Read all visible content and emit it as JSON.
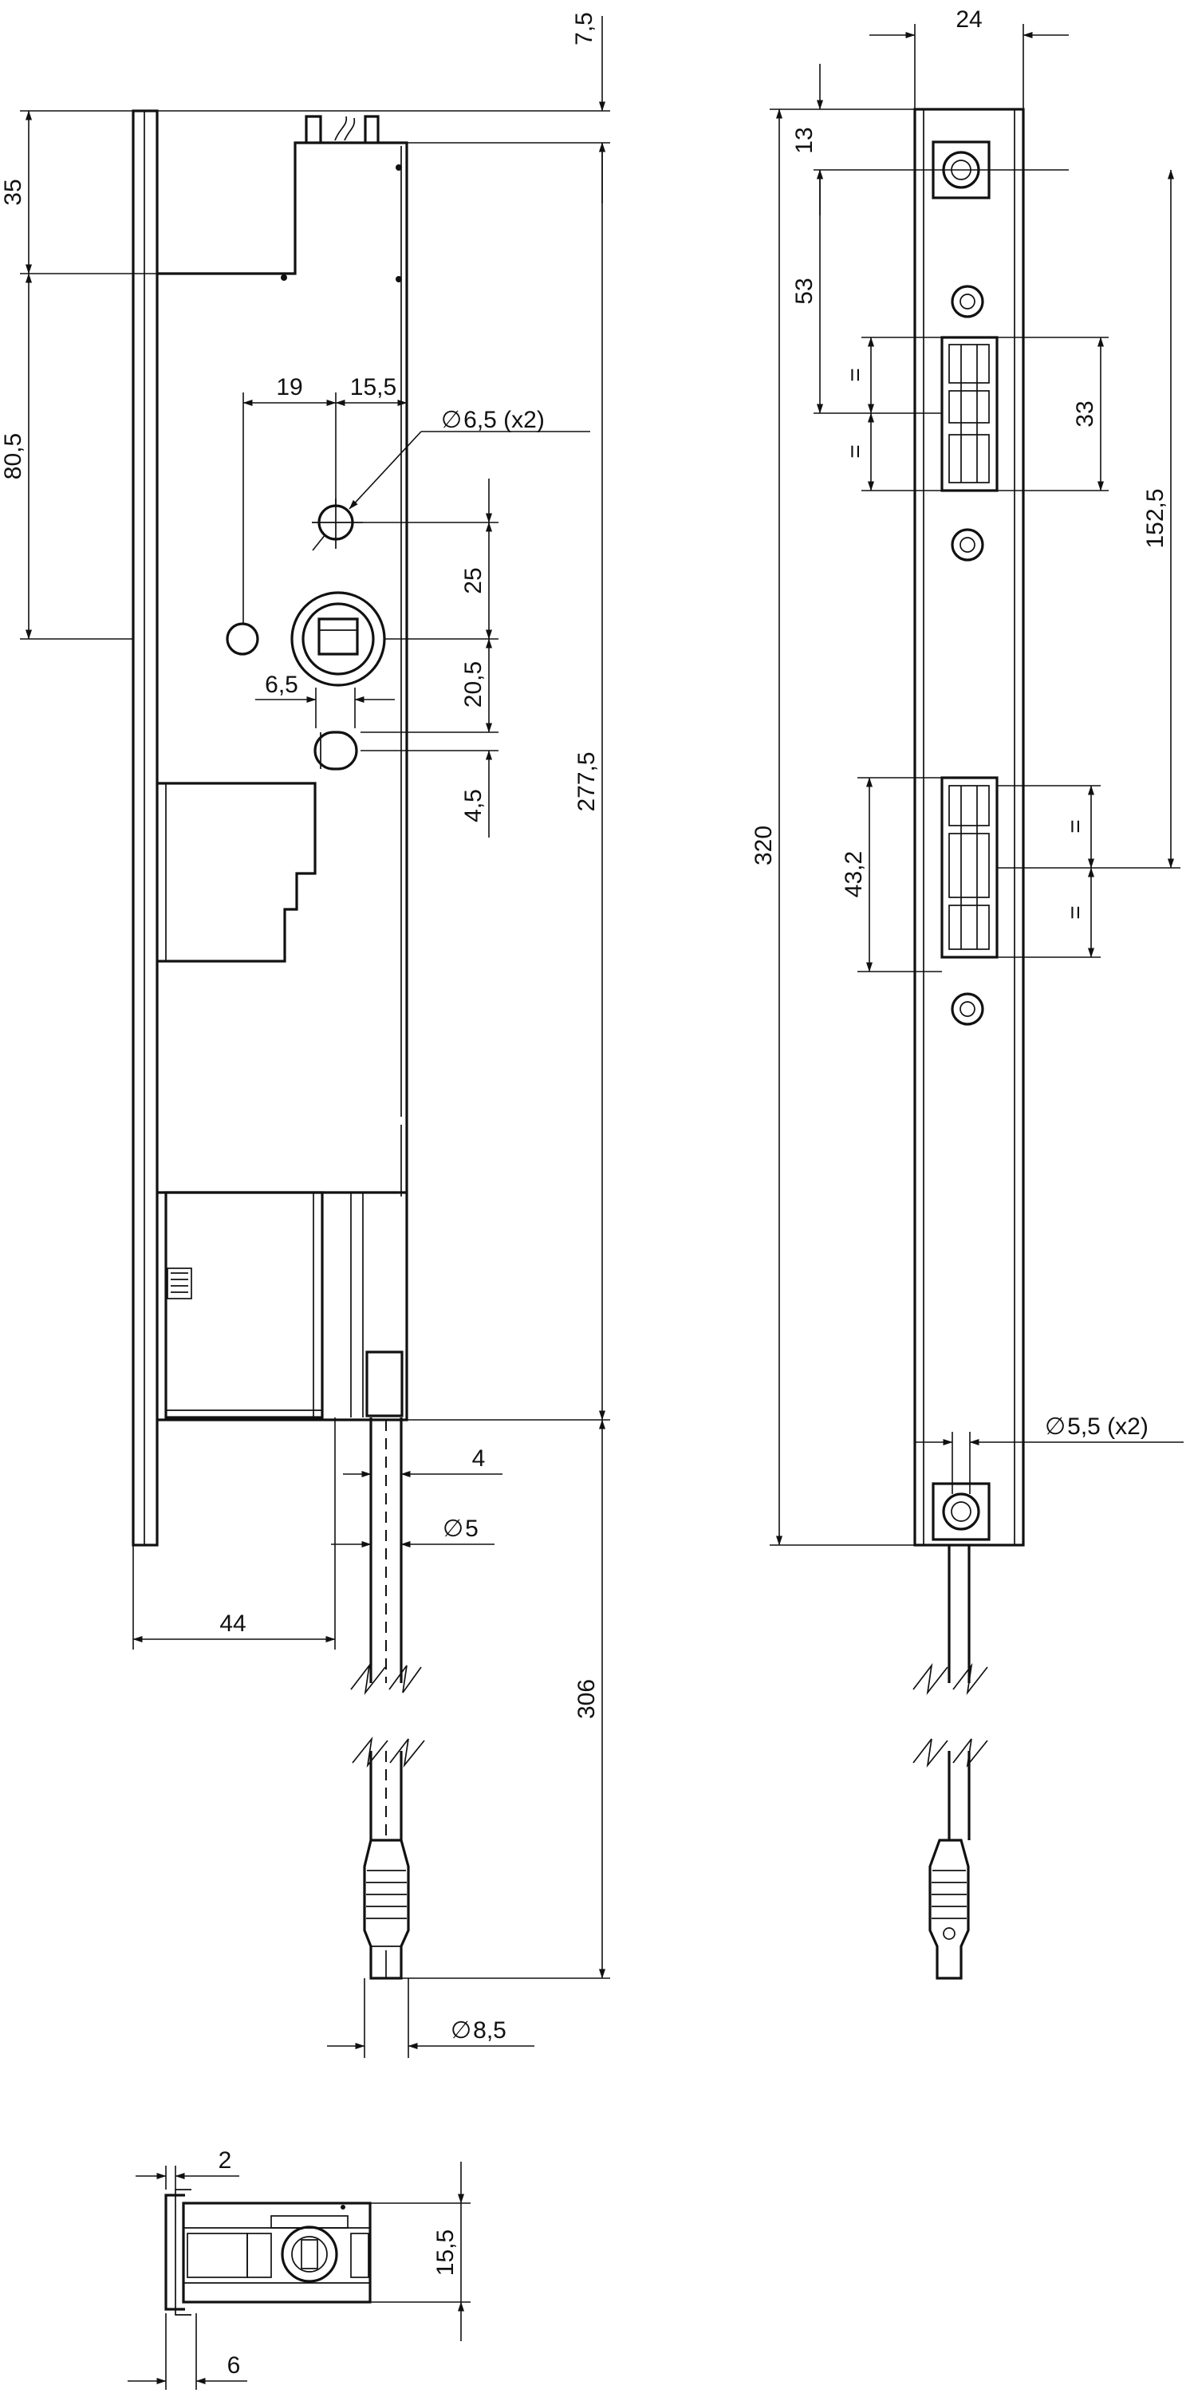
{
  "views": {
    "side": {
      "dimensions": {
        "d_7_5": "7,5",
        "d_35": "35",
        "d_80_5": "80,5",
        "d_19": "19",
        "d_15_5": "15,5",
        "d_hole": "6,5 (x2)",
        "d_25": "25",
        "d_6_5": "6,5",
        "d_20_5": "20,5",
        "d_4_5": "4,5",
        "d_277_5": "277,5",
        "d_4": "4",
        "d_cable": "5",
        "d_44": "44",
        "d_306": "306",
        "d_plug": "8,5"
      }
    },
    "front": {
      "dimensions": {
        "d_24": "24",
        "d_13": "13",
        "d_53": "53",
        "d_eq1": "=",
        "d_eq2": "=",
        "d_33": "33",
        "d_152_5": "152,5",
        "d_320": "320",
        "d_43_2": "43,2",
        "d_eq3": "=",
        "d_eq4": "=",
        "d_hole": "5,5 (x2)"
      }
    },
    "top": {
      "dimensions": {
        "d_2": "2",
        "d_15_5": "15,5",
        "d_6": "6"
      }
    }
  },
  "diameter_symbol": "∅"
}
